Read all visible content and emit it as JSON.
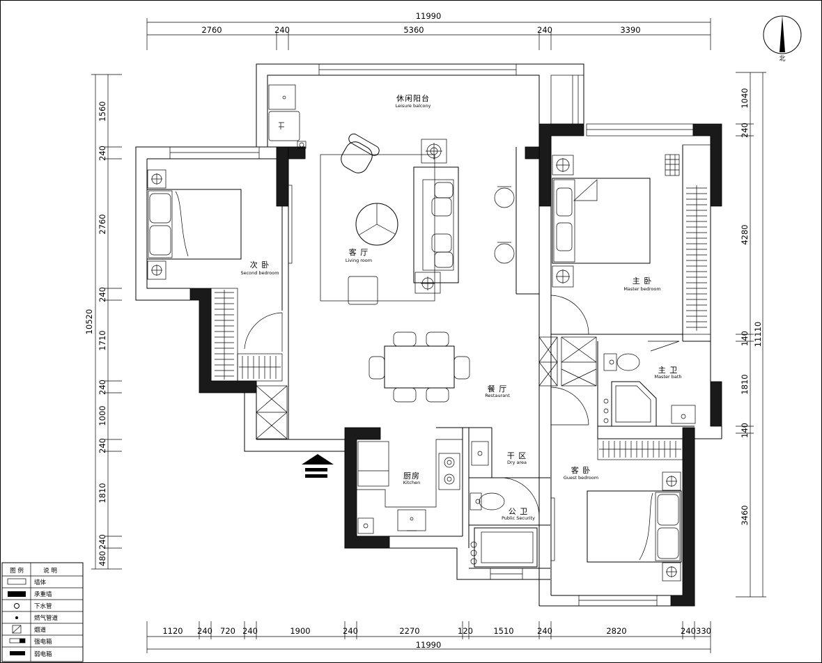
{
  "dimensions": {
    "top_total": "11990",
    "top_segments": [
      "2760",
      "240",
      "5360",
      "240",
      "3390"
    ],
    "bottom_total": "11990",
    "bottom_segments": [
      "1120",
      "240",
      "720",
      "240",
      "1900",
      "240",
      "2270",
      "120",
      "1510",
      "240",
      "2820",
      "240",
      "330"
    ],
    "left_total": "10520",
    "left_segments": [
      "1560",
      "240",
      "2760",
      "240",
      "1710",
      "240",
      "1000",
      "240",
      "1810",
      "240",
      "480"
    ],
    "right_total": "11110",
    "right_segments": [
      "1040",
      "240",
      "4280",
      "140",
      "1810",
      "140",
      "3460"
    ]
  },
  "compass": {
    "label": "北"
  },
  "rooms": {
    "balcony": {
      "zh": "休闲阳台",
      "en": "Leisure balcony"
    },
    "living": {
      "zh": "客 厅",
      "en": "Living room"
    },
    "second_bedroom": {
      "zh": "次 卧",
      "en": "Second bedroom"
    },
    "master_bedroom": {
      "zh": "主 卧",
      "en": "Master bedroom"
    },
    "master_bath": {
      "zh": "主 卫",
      "en": "Master bath"
    },
    "restaurant": {
      "zh": "餐 厅",
      "en": "Restaurant"
    },
    "kitchen": {
      "zh": "厨房",
      "en": "Kitchen"
    },
    "dry_area": {
      "zh": "干 区",
      "en": "Dry area"
    },
    "public_bath": {
      "zh": "公 卫",
      "en": "Public Security"
    },
    "guest_bedroom": {
      "zh": "客 卧",
      "en": "Guest bedroom"
    }
  },
  "legend": {
    "header_symbol": "图 例",
    "header_desc": "说      明",
    "items": [
      {
        "icon": "wall-outline-icon",
        "label": "墙体"
      },
      {
        "icon": "load-bearing-wall-icon",
        "label": "承重墙"
      },
      {
        "icon": "drain-pipe-icon",
        "label": "下水管"
      },
      {
        "icon": "gas-pipe-icon",
        "label": "燃气管道"
      },
      {
        "icon": "flue-icon",
        "label": "烟道"
      },
      {
        "icon": "strong-box-icon",
        "label": "强电箱"
      },
      {
        "icon": "weak-box-icon",
        "label": "弱电箱"
      }
    ]
  }
}
